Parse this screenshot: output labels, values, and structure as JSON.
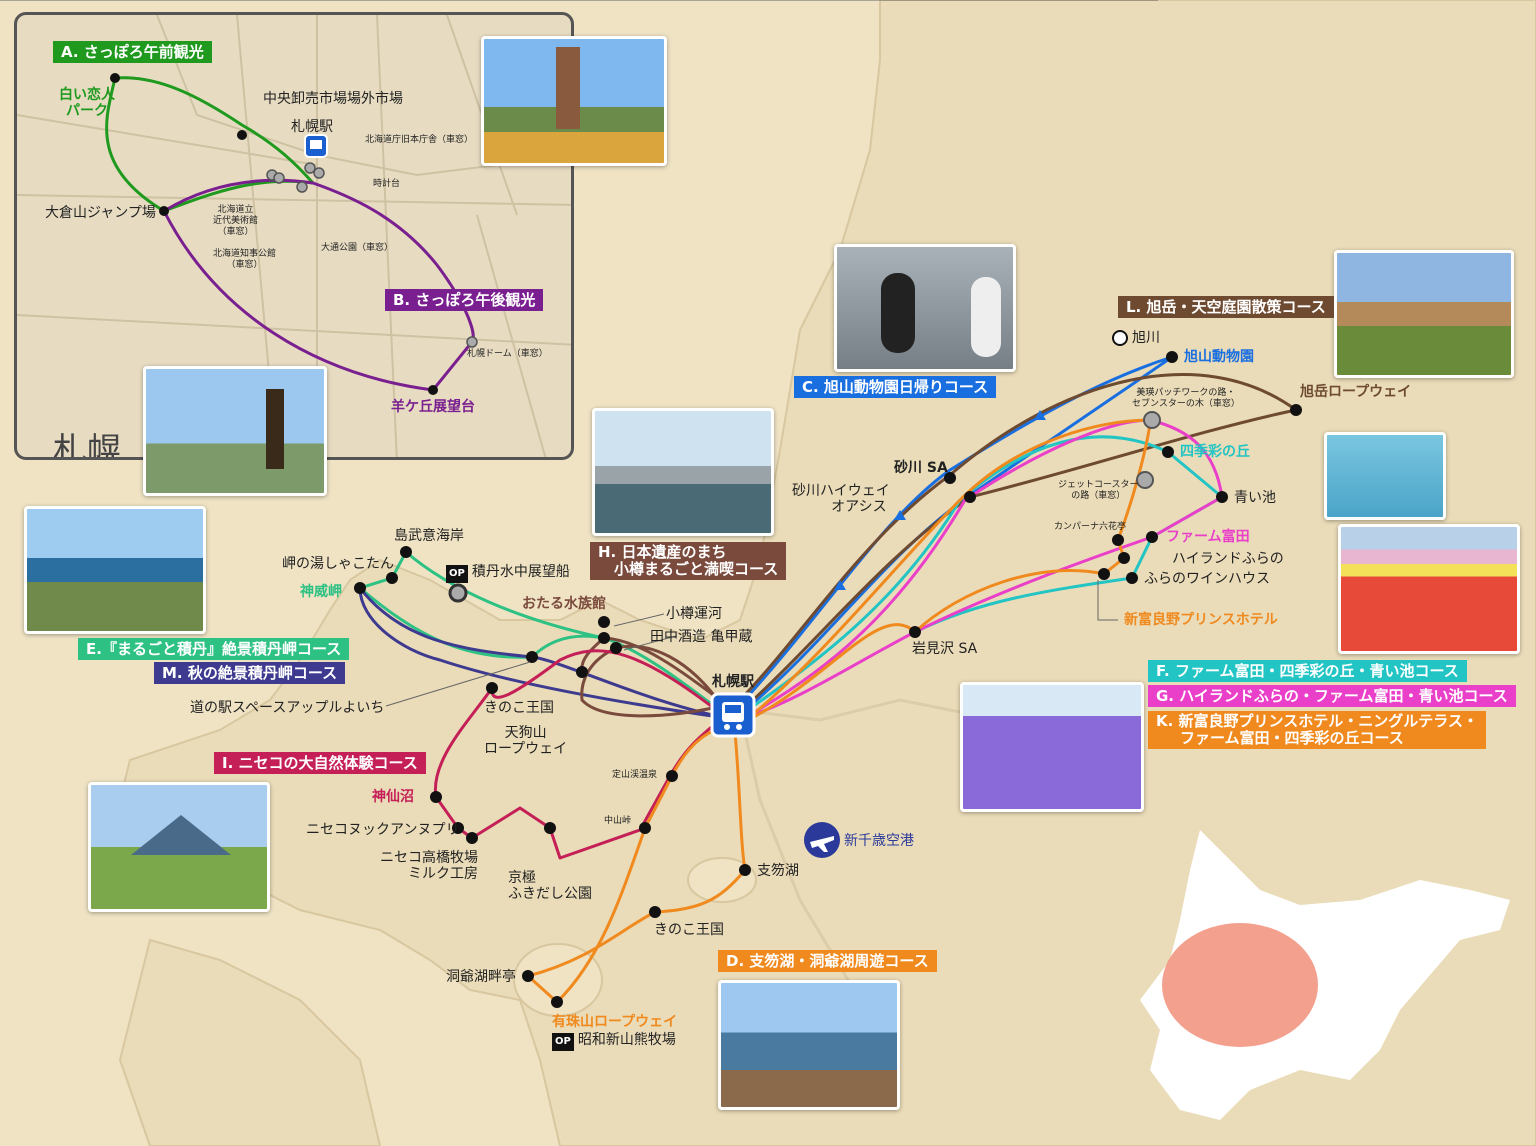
{
  "map": {
    "inset_title": "札幌",
    "colors": {
      "A": "#1f9a1f",
      "B": "#7a1f8f",
      "C": "#1a6fe0",
      "D": "#f08a1e",
      "E": "#2ec184",
      "F": "#22c4c4",
      "G": "#ea3fc9",
      "H": "#7a4a3c",
      "I": "#c41f56",
      "K": "#f08a1e",
      "L": "#6e4a30",
      "M": "#3d3a8f"
    },
    "courses": {
      "A": "A. さっぽろ午前観光",
      "B": "B. さっぽろ午後観光",
      "C": "C. 旭山動物園日帰りコース",
      "D": "D. 支笏湖・洞爺湖周遊コース",
      "E": "E.『まるごと積丹』絶景積丹岬コース",
      "M": "M. 秋の絶景積丹岬コース",
      "H_line1": "H. 日本遺産のまち",
      "H_line2": "小樽まるごと満喫コース",
      "I": "I. ニセコの大自然体験コース",
      "L": "L. 旭岳・天空庭園散策コース",
      "F": "F. ファーム富田・四季彩の丘・青い池コース",
      "G": "G. ハイランドふらの・ファーム富田・青い池コース",
      "K_line1": "K. 新富良野プリンスホテル・ニングルテラス・",
      "K_line2": "ファーム富田・四季彩の丘コース"
    },
    "op": "OP",
    "places": {
      "shiroi_koibito_1": "白い恋人",
      "shiroi_koibito_2": "パーク",
      "chuo_oroshiuri": "中央卸売市場場外市場",
      "sapporo_eki_inset": "札幌駅",
      "dochou": "北海道庁旧本庁舎（車窓）",
      "tokeidai": "時計台",
      "okurayama": "大倉山ジャンプ場",
      "kindai_1": "北海道立",
      "kindai_2": "近代美術館",
      "kindai_3": "（車窓）",
      "odori": "大通公園（車窓）",
      "chijikoukan_1": "北海道知事公館",
      "chijikoukan_2": "（車窓）",
      "sapporo_dome": "札幌ドーム（車窓）",
      "hitsujigaoka": "羊ケ丘展望台",
      "shimamui": "島武意海岸",
      "misaki_no_yu": "岬の湯しゃこたん",
      "kamui": "神威岬",
      "shakotan_boat": "積丹水中展望船",
      "otaru_aquarium": "おたる水族館",
      "otaru_canal": "小樽運河",
      "tanaka_sake": "田中酒造 亀甲蔵",
      "kinoko_otaru": "きのこ王国",
      "yoichi": "道の駅スペースアップルよいち",
      "tenguyama_1": "天狗山",
      "tenguyama_2": "ロープウェイ",
      "sapporo_eki": "札幌駅",
      "shinsennuma": "神仙沼",
      "niseko_nukkuanupuri": "ニセコヌックアンヌプリ",
      "niseko_takahashi_1": "ニセコ高橋牧場",
      "niseko_takahashi_2": "ミルク工房",
      "kyogoku_1": "京極",
      "kyogoku_2": "ふきだし公園",
      "jozankei": "定山渓温泉",
      "nakayamatoge": "中山峠",
      "shikotsuko": "支笏湖",
      "kinoko_shikotsu": "きのこ王国",
      "toyako": "洞爺湖畔亭",
      "usuzan": "有珠山ロープウェイ",
      "showashinzan": "昭和新山熊牧場",
      "new_chitose": "新千歳空港",
      "iwamizawa": "岩見沢 SA",
      "sunagawa_sa": "砂川 SA",
      "sunagawa_oasis_1": "砂川ハイウェイ",
      "sunagawa_oasis_2": "オアシス",
      "asahikawa": "旭川",
      "asahiyama_zoo": "旭山動物園",
      "asahidake": "旭岳ロープウェイ",
      "biei_patchwork_1": "美瑛パッチワークの路・",
      "biei_patchwork_2": "セブンスターの木（車窓）",
      "shikisai": "四季彩の丘",
      "aoiike": "青い池",
      "jetcoaster_1": "ジェットコースター",
      "jetcoaster_2": "の路（車窓）",
      "campana": "カンパーナ六花亭",
      "farm_tomita": "ファーム富田",
      "highland": "ハイランドふらの",
      "wine_house": "ふらのワインハウス",
      "shin_furano_prince": "新富良野プリンスホテル"
    }
  }
}
